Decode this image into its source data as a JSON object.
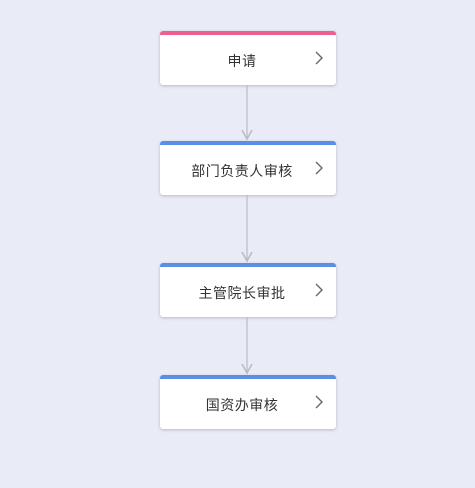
{
  "flow": {
    "steps": [
      {
        "label": "申请",
        "accent": "#ee5f8f"
      },
      {
        "label": "部门负责人审核",
        "accent": "#5b8ee6"
      },
      {
        "label": "主管院长审批",
        "accent": "#5b8ee6"
      },
      {
        "label": "国资办审核",
        "accent": "#5b8ee6"
      }
    ],
    "connector_color": "#b9bcc4",
    "icons": {
      "node_action": "chevron-right-icon",
      "connector": "arrow-down-icon"
    }
  }
}
